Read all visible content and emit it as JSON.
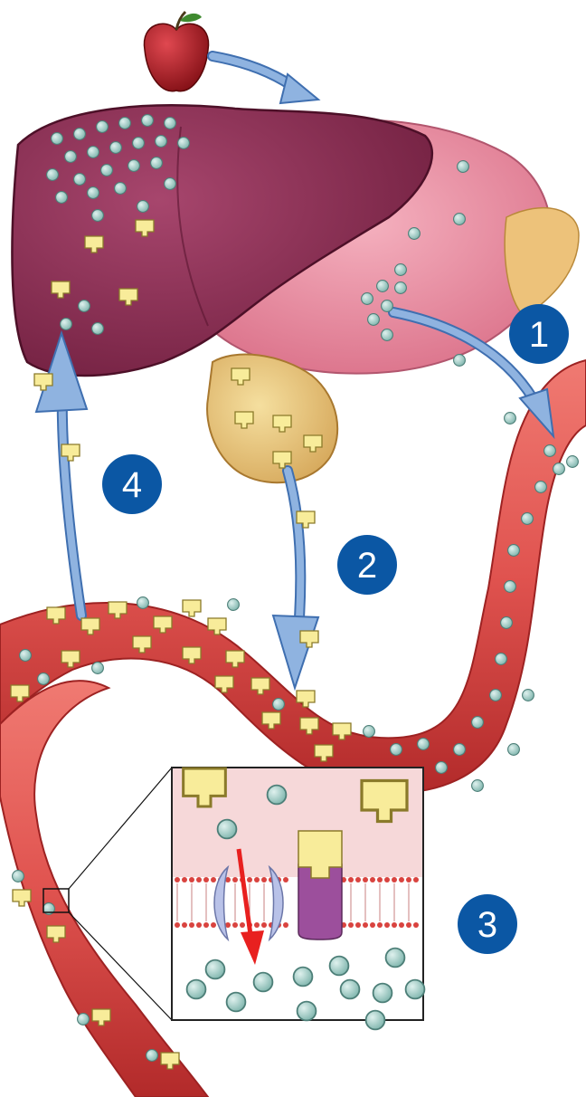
{
  "steps": [
    {
      "label": "1"
    },
    {
      "label": "2"
    },
    {
      "label": "3"
    },
    {
      "label": "4"
    }
  ],
  "colors": {
    "step_badge": "#0b57a4",
    "arrow": "#8fb3e0",
    "arrow_outline": "#3f6fb0",
    "vessel": "#e0534f",
    "vessel_dark": "#b22a2a",
    "liver": "#8e2f55",
    "liver_light": "#e88aa0",
    "pancreas": "#e9c98a",
    "glucose": "#9fcfc7",
    "insulin": "#f8ec9a",
    "apple": "#b8151f",
    "membrane": "#d9433f",
    "transporter": "#b9c2e8",
    "receptor": "#9c4f9c",
    "flow_arrow": "#e8201f",
    "inset_top_bg": "#f6d8d9"
  },
  "icons": [
    "apple-icon",
    "glucose-molecule-icon",
    "insulin-molecule-icon"
  ]
}
